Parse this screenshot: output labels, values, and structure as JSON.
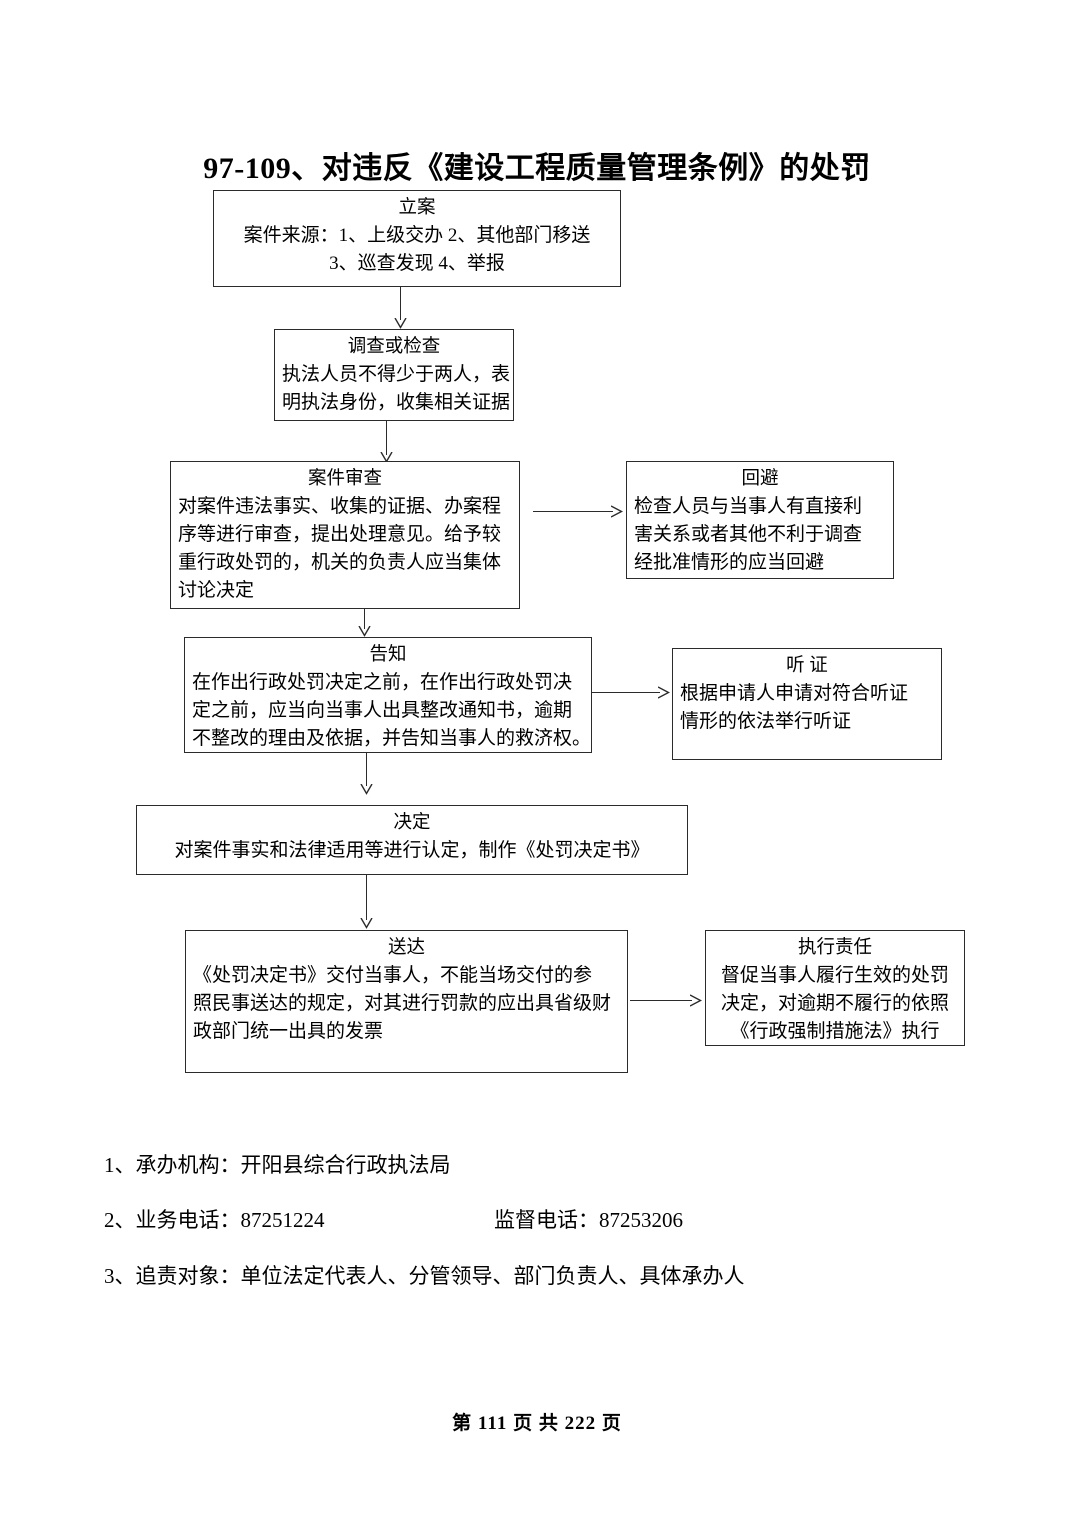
{
  "document": {
    "title": "97-109、对违反《建设工程质量管理条例》的处罚",
    "page_number": "第 111 页 共 222 页"
  },
  "flow": {
    "nodes": [
      {
        "id": "filing",
        "title": "立案",
        "lines": [
          "案件来源：1、上级交办    2、其他部门移送",
          "3、巡查发现    4、举报"
        ]
      },
      {
        "id": "investigation",
        "title": "调查或检查",
        "lines": [
          "执法人员不得少于两人，表",
          "明执法身份，收集相关证据"
        ]
      },
      {
        "id": "case-review",
        "title": "案件审查",
        "lines": [
          "对案件违法事实、收集的证据、办案程",
          "序等进行审查，提出处理意见。给予较",
          "重行政处罚的，机关的负责人应当集体",
          "讨论决定"
        ]
      },
      {
        "id": "recusal",
        "title": "回避",
        "lines": [
          "检查人员与当事人有直接利",
          "害关系或者其他不利于调查",
          "经批准情形的应当回避"
        ]
      },
      {
        "id": "notification",
        "title": "告知",
        "lines": [
          "在作出行政处罚决定之前，在作出行政处罚决",
          "定之前，应当向当事人出具整改通知书，逾期",
          "不整改的理由及依据，并告知当事人的救济权。"
        ]
      },
      {
        "id": "hearing",
        "title": "听 证",
        "lines": [
          "根据申请人申请对符合听证",
          "情形的依法举行听证"
        ]
      },
      {
        "id": "decision",
        "title": "决定",
        "lines": [
          "对案件事实和法律适用等进行认定，制作《处罚决定书》"
        ]
      },
      {
        "id": "service",
        "title": "送达",
        "lines": [
          "《处罚决定书》交付当事人，不能当场交付的参",
          "照民事送达的规定，对其进行罚款的应出具省级财",
          "政部门统一出具的发票"
        ]
      },
      {
        "id": "enforcement",
        "title": "执行责任",
        "lines": [
          "督促当事人履行生效的处罚",
          "决定，对逾期不履行的依照",
          "《行政强制措施法》执行"
        ]
      }
    ]
  },
  "notes": [
    {
      "text": "1、承办机构：开阳县综合行政执法局",
      "extra": ""
    },
    {
      "text": "2、业务电话：87251224",
      "extra": "监督电话：87253206"
    },
    {
      "text": "3、追责对象：单位法定代表人、分管领导、部门负责人、具体承办人",
      "extra": ""
    }
  ]
}
